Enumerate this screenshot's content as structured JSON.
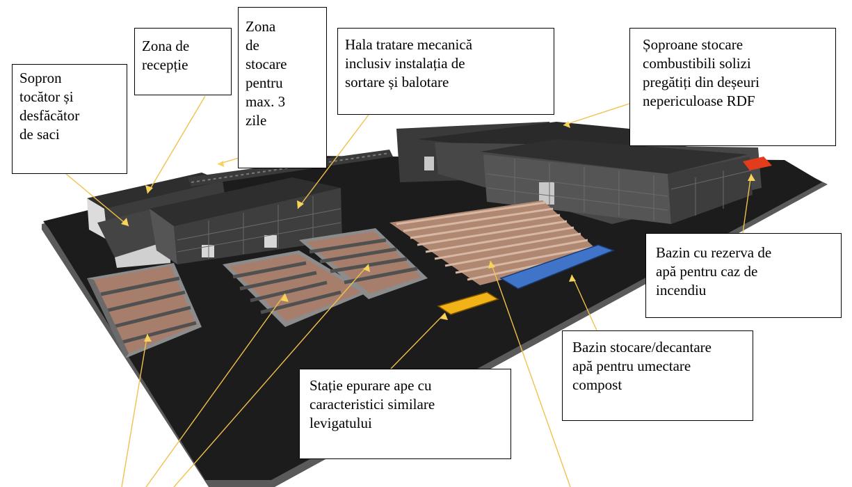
{
  "colors": {
    "ground": "#1c1c1c",
    "ground_edge": "#5a5a5a",
    "roof": "#2e2e2e",
    "wall": "#4a4a4a",
    "compost": "#a07a68",
    "pool_blue": "#3f74c9",
    "pool_yellow": "#f2b318",
    "pool_red": "#e23c1c",
    "leader_line": "#f0c14b"
  },
  "labels": {
    "sopron": [
      "Sopron",
      "tocător și",
      "desfăcător",
      "de saci"
    ],
    "receptie": [
      "Zona de",
      "recepție"
    ],
    "stocare": [
      "Zona",
      "de",
      "stocare",
      "pentru",
      "max. 3",
      "zile"
    ],
    "hala": [
      "Hala tratare mecanică",
      "inclusiv instalația de",
      "sortare și balotare"
    ],
    "soproane": [
      "Șoproane stocare",
      "combustibili solizi",
      "pregătiți din deșeuri",
      "nepericuloase RDF"
    ],
    "bazin_rezerva": [
      "Bazin cu rezerva de",
      "apă pentru caz de",
      "incendiu"
    ],
    "bazin_stocare": [
      "Bazin stocare/decantare",
      "apă pentru umectare",
      "compost"
    ],
    "statie": [
      "Stație epurare ape cu",
      "caracteristici similare",
      "levigatului"
    ]
  }
}
